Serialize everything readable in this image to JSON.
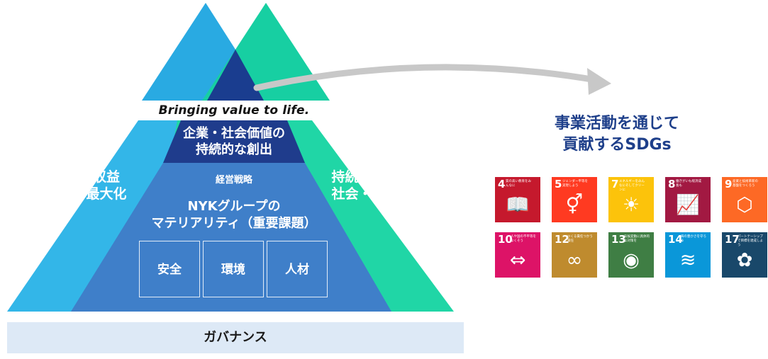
{
  "diagram": {
    "tagline": "Bringing value to life.",
    "top_block": [
      "企業・社会価値の",
      "持続的な創出"
    ],
    "left_label": [
      "収益",
      "最大化"
    ],
    "right_label": [
      "持続可能な",
      "社会・環境"
    ],
    "strategy_label": "経営戦略",
    "materiality": [
      "NYKグループの",
      "マテリアリティ（重要課題）"
    ],
    "pillars": [
      "安全",
      "環境",
      "人材"
    ],
    "governance": "ガバナンス"
  },
  "sdgs": {
    "title": [
      "事業活動を通じて",
      "貢献するSDGs"
    ],
    "goals": [
      {
        "number": "4",
        "label": "質の高い教育をみんなに",
        "color": "#c5192d",
        "icon": "book-pencil-icon"
      },
      {
        "number": "5",
        "label": "ジェンダー平等を実現しよう",
        "color": "#ff3a21",
        "icon": "gender-equality-icon"
      },
      {
        "number": "7",
        "label": "エネルギーをみんなにそしてクリーンに",
        "color": "#fcc30b",
        "icon": "sun-icon"
      },
      {
        "number": "8",
        "label": "働きがいも経済成長も",
        "color": "#a21942",
        "icon": "growth-chart-icon"
      },
      {
        "number": "9",
        "label": "産業と技術革新の基盤をつくろう",
        "color": "#fd6925",
        "icon": "cubes-icon"
      },
      {
        "number": "10",
        "label": "人や国の不平等をなくそう",
        "color": "#dd1367",
        "icon": "equality-arrows-icon"
      },
      {
        "number": "12",
        "label": "つくる責任つかう責任",
        "color": "#bf8b2e",
        "icon": "infinity-icon"
      },
      {
        "number": "13",
        "label": "気候変動に具体的な対策を",
        "color": "#3f7e44",
        "icon": "eye-earth-icon"
      },
      {
        "number": "14",
        "label": "海の豊かさを守ろう",
        "color": "#0a97d9",
        "icon": "fish-waves-icon"
      },
      {
        "number": "17",
        "label": "パートナーシップで目標を達成しよう",
        "color": "#19486a",
        "icon": "rings-icon"
      }
    ]
  }
}
